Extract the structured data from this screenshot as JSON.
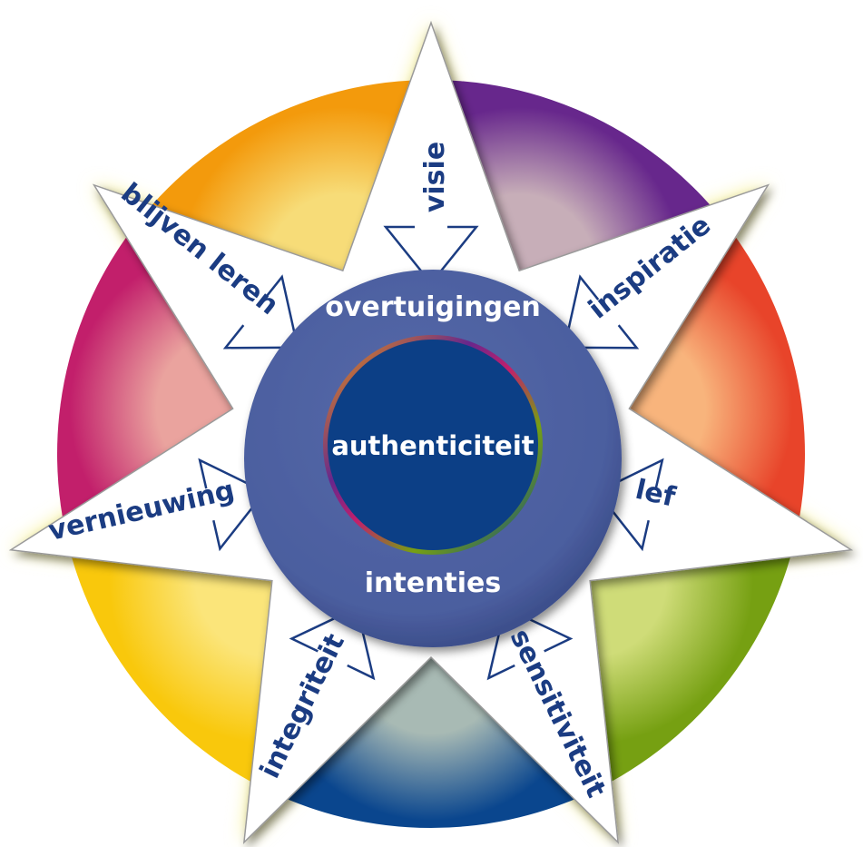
{
  "title": "authenticiteit",
  "center": {
    "core_label": "authenticiteit",
    "top_label": "overtuigingen",
    "bottom_label": "intenties"
  },
  "arms": [
    {
      "label": "visie"
    },
    {
      "label": "inspiratie"
    },
    {
      "label": "lef"
    },
    {
      "label": "sensitiviteit"
    },
    {
      "label": "integriteit"
    },
    {
      "label": "vernieuwing"
    },
    {
      "label": "blijven leren"
    }
  ],
  "colors": {
    "text": "#1b3c82",
    "disc": "#4b5e9f",
    "core": "#0c3f86",
    "segments": [
      {
        "name": "purple",
        "light": "#c7aeb8",
        "dark": "#67278c"
      },
      {
        "name": "red",
        "light": "#f8b47c",
        "dark": "#e8442a"
      },
      {
        "name": "green",
        "light": "#cfdc78",
        "dark": "#76a012"
      },
      {
        "name": "blue",
        "light": "#a8bab4",
        "dark": "#0a468e"
      },
      {
        "name": "yellow",
        "light": "#fbe57a",
        "dark": "#f9c80c"
      },
      {
        "name": "magenta",
        "light": "#eaa39e",
        "dark": "#c21f6b"
      },
      {
        "name": "orange",
        "light": "#f7dc78",
        "dark": "#f39a0c"
      }
    ]
  }
}
